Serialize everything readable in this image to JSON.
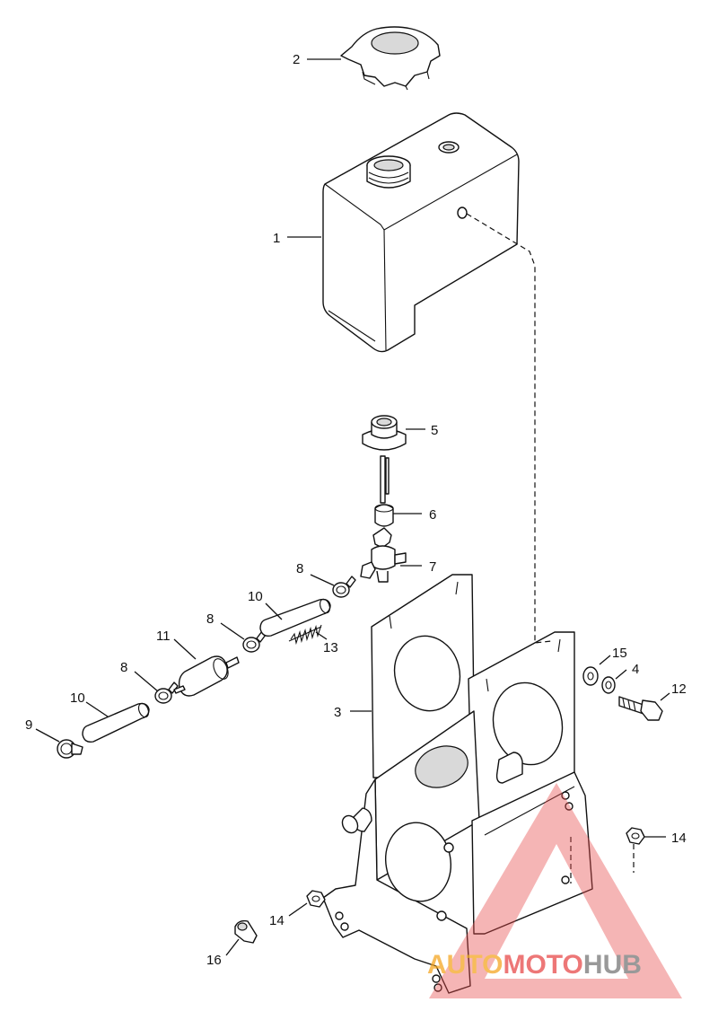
{
  "callouts": {
    "c1": "1",
    "c2": "2",
    "c3": "3",
    "c4": "4",
    "c5": "5",
    "c6": "6",
    "c7": "7",
    "c8a": "8",
    "c8b": "8",
    "c8c": "8",
    "c9": "9",
    "c10a": "10",
    "c10b": "10",
    "c11": "11",
    "c12": "12",
    "c13": "13",
    "c14a": "14",
    "c14b": "14",
    "c15": "15",
    "c16": "16"
  },
  "watermark": {
    "part1": "AUTO",
    "part2": "MOTO",
    "part3": "HUB",
    "color_orange": "#f5a623",
    "color_red": "#e84a4a",
    "color_gray": "#777777"
  }
}
